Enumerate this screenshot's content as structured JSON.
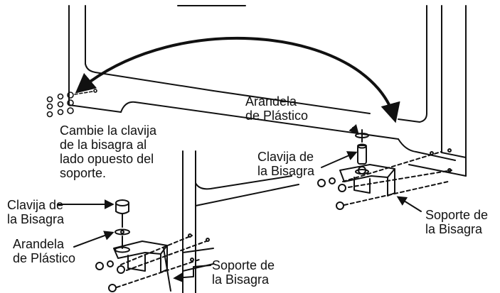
{
  "instruction": {
    "line1": "Cambie la clavija",
    "line2": "de la bisagra al",
    "line3": "lado opuesto del",
    "line4": "soporte."
  },
  "right_assembly": {
    "washer_label": {
      "line1": "Arandela",
      "line2": "de Plástico"
    },
    "pin_label": {
      "line1": "Clavija de",
      "line2": "la Bisagra"
    },
    "bracket_label": {
      "line1": "Soporte de",
      "line2": "la Bisagra"
    }
  },
  "left_assembly": {
    "pin_label": {
      "line1": "Clavija de",
      "line2": "la Bisagra"
    },
    "washer_label": {
      "line1": "Arandela",
      "line2": "de Plástico"
    },
    "bracket_label": {
      "line1": "Soporte de",
      "line2": "la Bisagra"
    }
  },
  "colors": {
    "line": "#111111",
    "background": "#ffffff"
  }
}
